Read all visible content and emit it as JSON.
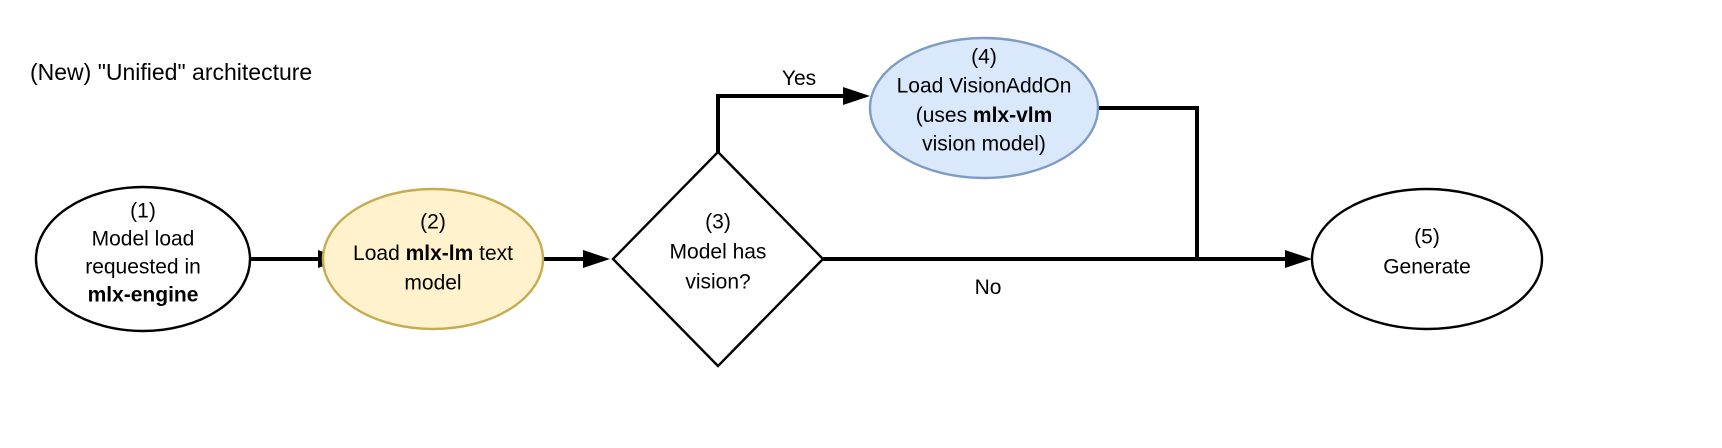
{
  "title": "(New) \"Unified\" architecture",
  "colors": {
    "background": "#ffffff",
    "stroke_default": "#000000",
    "fill_default": "#ffffff",
    "fill_yellow": "#fff2cc",
    "stroke_yellow": "#c6ab51",
    "fill_blue": "#dae8fc",
    "stroke_blue": "#7e9cc8",
    "text": "#000000"
  },
  "nodes": [
    {
      "id": "node-1",
      "name": "model-load-requested",
      "shape": "ellipse",
      "number": "(1)",
      "lines": [
        {
          "text": "Model load",
          "bold": false
        },
        {
          "text": "requested in",
          "bold": false
        },
        {
          "text": "mlx-engine",
          "bold": true
        }
      ]
    },
    {
      "id": "node-2",
      "name": "load-mlx-lm-text-model",
      "shape": "ellipse",
      "number": "(2)",
      "lines": [
        {
          "text": "Load mlx-lm text",
          "bold": false,
          "bold_part": "mlx-lm"
        },
        {
          "text": "model",
          "bold": false
        }
      ]
    },
    {
      "id": "node-3",
      "name": "model-has-vision-decision",
      "shape": "diamond",
      "number": "(3)",
      "lines": [
        {
          "text": "Model has",
          "bold": false
        },
        {
          "text": "vision?",
          "bold": false
        }
      ]
    },
    {
      "id": "node-4",
      "name": "load-vision-addon",
      "shape": "ellipse",
      "number": "(4)",
      "lines": [
        {
          "text": "Load VisionAddOn",
          "bold": false
        },
        {
          "text": "(uses mlx-vlm",
          "bold": false,
          "bold_part": "mlx-vlm"
        },
        {
          "text": "vision model)",
          "bold": false
        }
      ]
    },
    {
      "id": "node-5",
      "name": "generate",
      "shape": "ellipse",
      "number": "(5)",
      "lines": [
        {
          "text": "Generate",
          "bold": false
        }
      ]
    }
  ],
  "node_text": {
    "n1_num": "(1)",
    "n1_l1": "Model load",
    "n1_l2": "requested in",
    "n1_l3": "mlx-engine",
    "n2_num": "(2)",
    "n2_l1_a": "Load ",
    "n2_l1_b": "mlx-lm",
    "n2_l1_c": " text",
    "n2_l2": "model",
    "n3_num": "(3)",
    "n3_l1": "Model has",
    "n3_l2": "vision?",
    "n4_num": "(4)",
    "n4_l1": "Load VisionAddOn",
    "n4_l2_a": "(uses ",
    "n4_l2_b": "mlx-vlm",
    "n4_l3": "vision model)",
    "n5_num": "(5)",
    "n5_l1": "Generate"
  },
  "edges": [
    {
      "name": "edge-1-to-2",
      "from": "node-1",
      "to": "node-2",
      "label": ""
    },
    {
      "name": "edge-2-to-3",
      "from": "node-2",
      "to": "node-3",
      "label": ""
    },
    {
      "name": "edge-3-to-4-yes",
      "from": "node-3",
      "to": "node-4",
      "label": "Yes"
    },
    {
      "name": "edge-3-to-5-no",
      "from": "node-3",
      "to": "node-5",
      "label": "No"
    },
    {
      "name": "edge-4-to-5",
      "from": "node-4",
      "to": "node-5",
      "label": ""
    }
  ],
  "labels": {
    "yes": "Yes",
    "no": "No"
  }
}
